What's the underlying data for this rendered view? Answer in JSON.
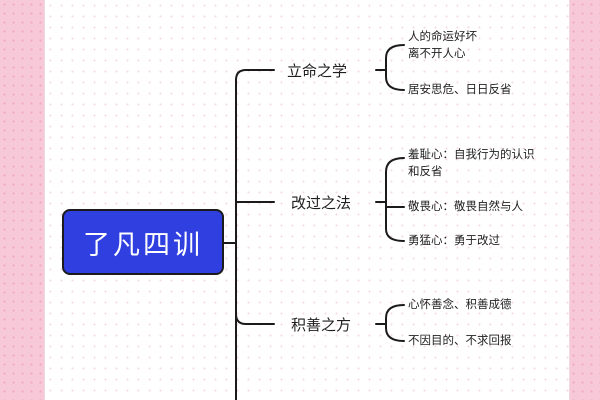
{
  "root": {
    "label": "了凡四训"
  },
  "branches": [
    {
      "label": "立命之学",
      "leaves": [
        "人的命运好坏",
        "离不开人心",
        "居安思危、日日反省"
      ]
    },
    {
      "label": "改过之法",
      "leaves": [
        "羞耻心：自我行为的认识",
        "和反省",
        "敬畏心：敬畏自然与人",
        "勇猛心：勇于改过"
      ]
    },
    {
      "label": "积善之方",
      "leaves": [
        "心怀善念、积善成德",
        "不因目的、不求回报"
      ]
    }
  ],
  "colors": {
    "root_fill": "#2f3fe0",
    "border_pink": "#f7c9d8",
    "line": "#1b1b1b"
  }
}
